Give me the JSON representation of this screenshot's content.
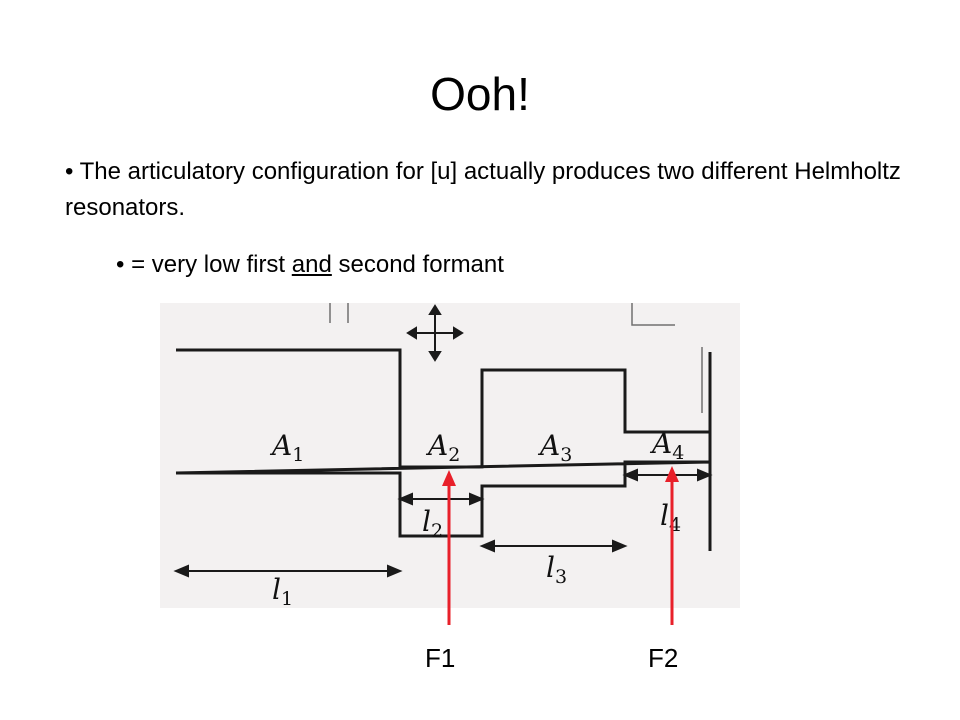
{
  "slide": {
    "title": "Ooh!",
    "bullet_1": "• The articulatory configuration for [u] actually produces two different Helmholtz resonators.",
    "bullet_2": {
      "prefix": "• = very low first ",
      "underlined": "and",
      "suffix": " second formant"
    }
  },
  "diagram": {
    "areas": [
      {
        "letter": "A",
        "sub": "1"
      },
      {
        "letter": "A",
        "sub": "2"
      },
      {
        "letter": "A",
        "sub": "3"
      },
      {
        "letter": "A",
        "sub": "4"
      }
    ],
    "lengths": [
      {
        "letter": "l",
        "sub": "1"
      },
      {
        "letter": "l",
        "sub": "2"
      },
      {
        "letter": "l",
        "sub": "3"
      },
      {
        "letter": "l",
        "sub": "4"
      }
    ],
    "pointers": [
      {
        "label": "F1",
        "color": "#e8202a"
      },
      {
        "label": "F2",
        "color": "#e8202a"
      }
    ],
    "line_color": "#1a1a1a"
  }
}
